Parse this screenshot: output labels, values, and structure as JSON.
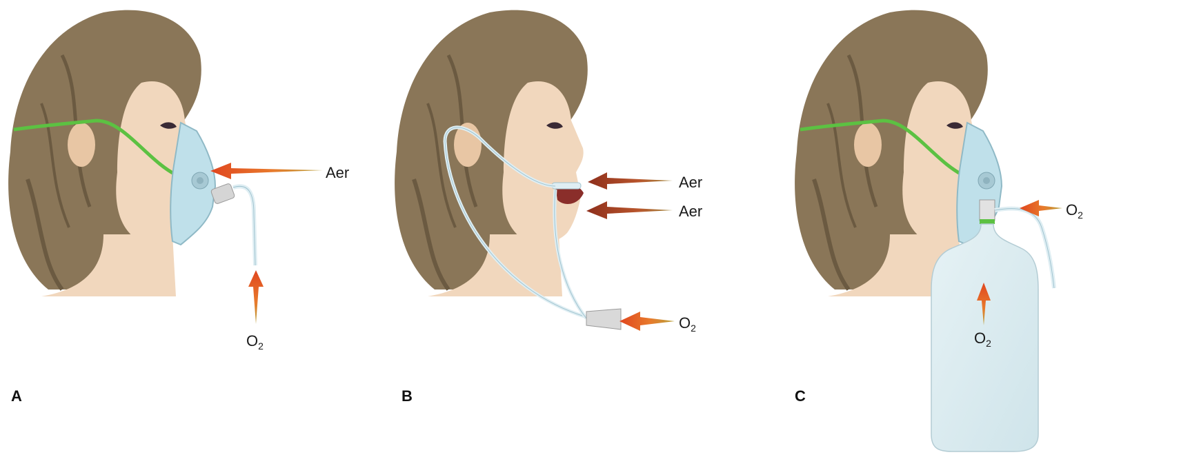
{
  "panels": [
    {
      "id": "A",
      "letter": "A",
      "device": "simple face mask",
      "labels": {
        "air": "Aer",
        "oxygen_main": "O",
        "oxygen_sub": "2"
      }
    },
    {
      "id": "B",
      "letter": "B",
      "device": "nasal cannula",
      "labels": {
        "air_upper": "Aer",
        "air_lower": "Aer",
        "oxygen_main": "O",
        "oxygen_sub": "2"
      }
    },
    {
      "id": "C",
      "letter": "C",
      "device": "mask with reservoir bag",
      "labels": {
        "oxygen_right_main": "O",
        "oxygen_right_sub": "2",
        "oxygen_bag_main": "O",
        "oxygen_bag_sub": "2"
      }
    }
  ],
  "colors": {
    "hair": "#8a7658",
    "hair_dark": "#6b5a41",
    "skin": "#f1d7bd",
    "skin_shadow": "#e3bf9e",
    "mask": "#bfe0ea",
    "mask_edge": "#8fb9c6",
    "strap": "#5cc142",
    "tube": "#dfeef3",
    "arrow_red": "#e0461f",
    "arrow_brown": "#9a3b22",
    "arrow_tip": "#c9a64a"
  }
}
